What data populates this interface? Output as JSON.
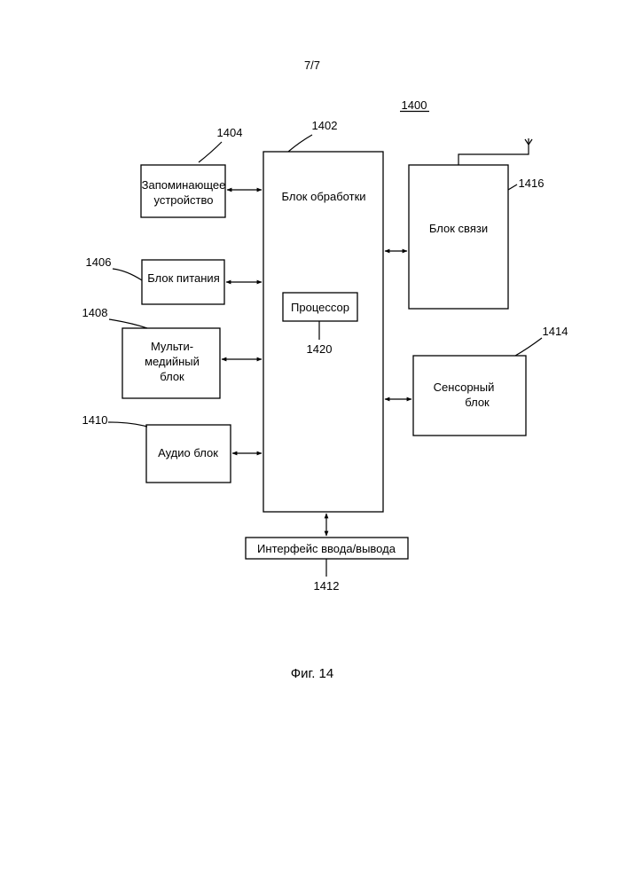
{
  "page_number": "7/7",
  "figure_ref": "1400",
  "caption": "Фиг. 14",
  "blocks": {
    "processing": {
      "label": "Блок обработки",
      "ref": "1402"
    },
    "memory": {
      "line1": "Запоминающее",
      "line2": "устройство",
      "ref": "1404"
    },
    "power": {
      "label": "Блок питания",
      "ref": "1406"
    },
    "multimedia": {
      "line1": "Мульти-",
      "line2": "медийный",
      "line3": "блок",
      "ref": "1408"
    },
    "audio": {
      "label": "Аудио блок",
      "ref": "1410"
    },
    "io": {
      "label": "Интерфейс ввода/вывода",
      "ref": "1412"
    },
    "sensor": {
      "line1": "Сенсорный",
      "line2": "блок",
      "ref": "1414"
    },
    "communication": {
      "label": "Блок связи",
      "ref": "1416"
    },
    "processor": {
      "label": "Процессор",
      "ref": "1420"
    }
  }
}
